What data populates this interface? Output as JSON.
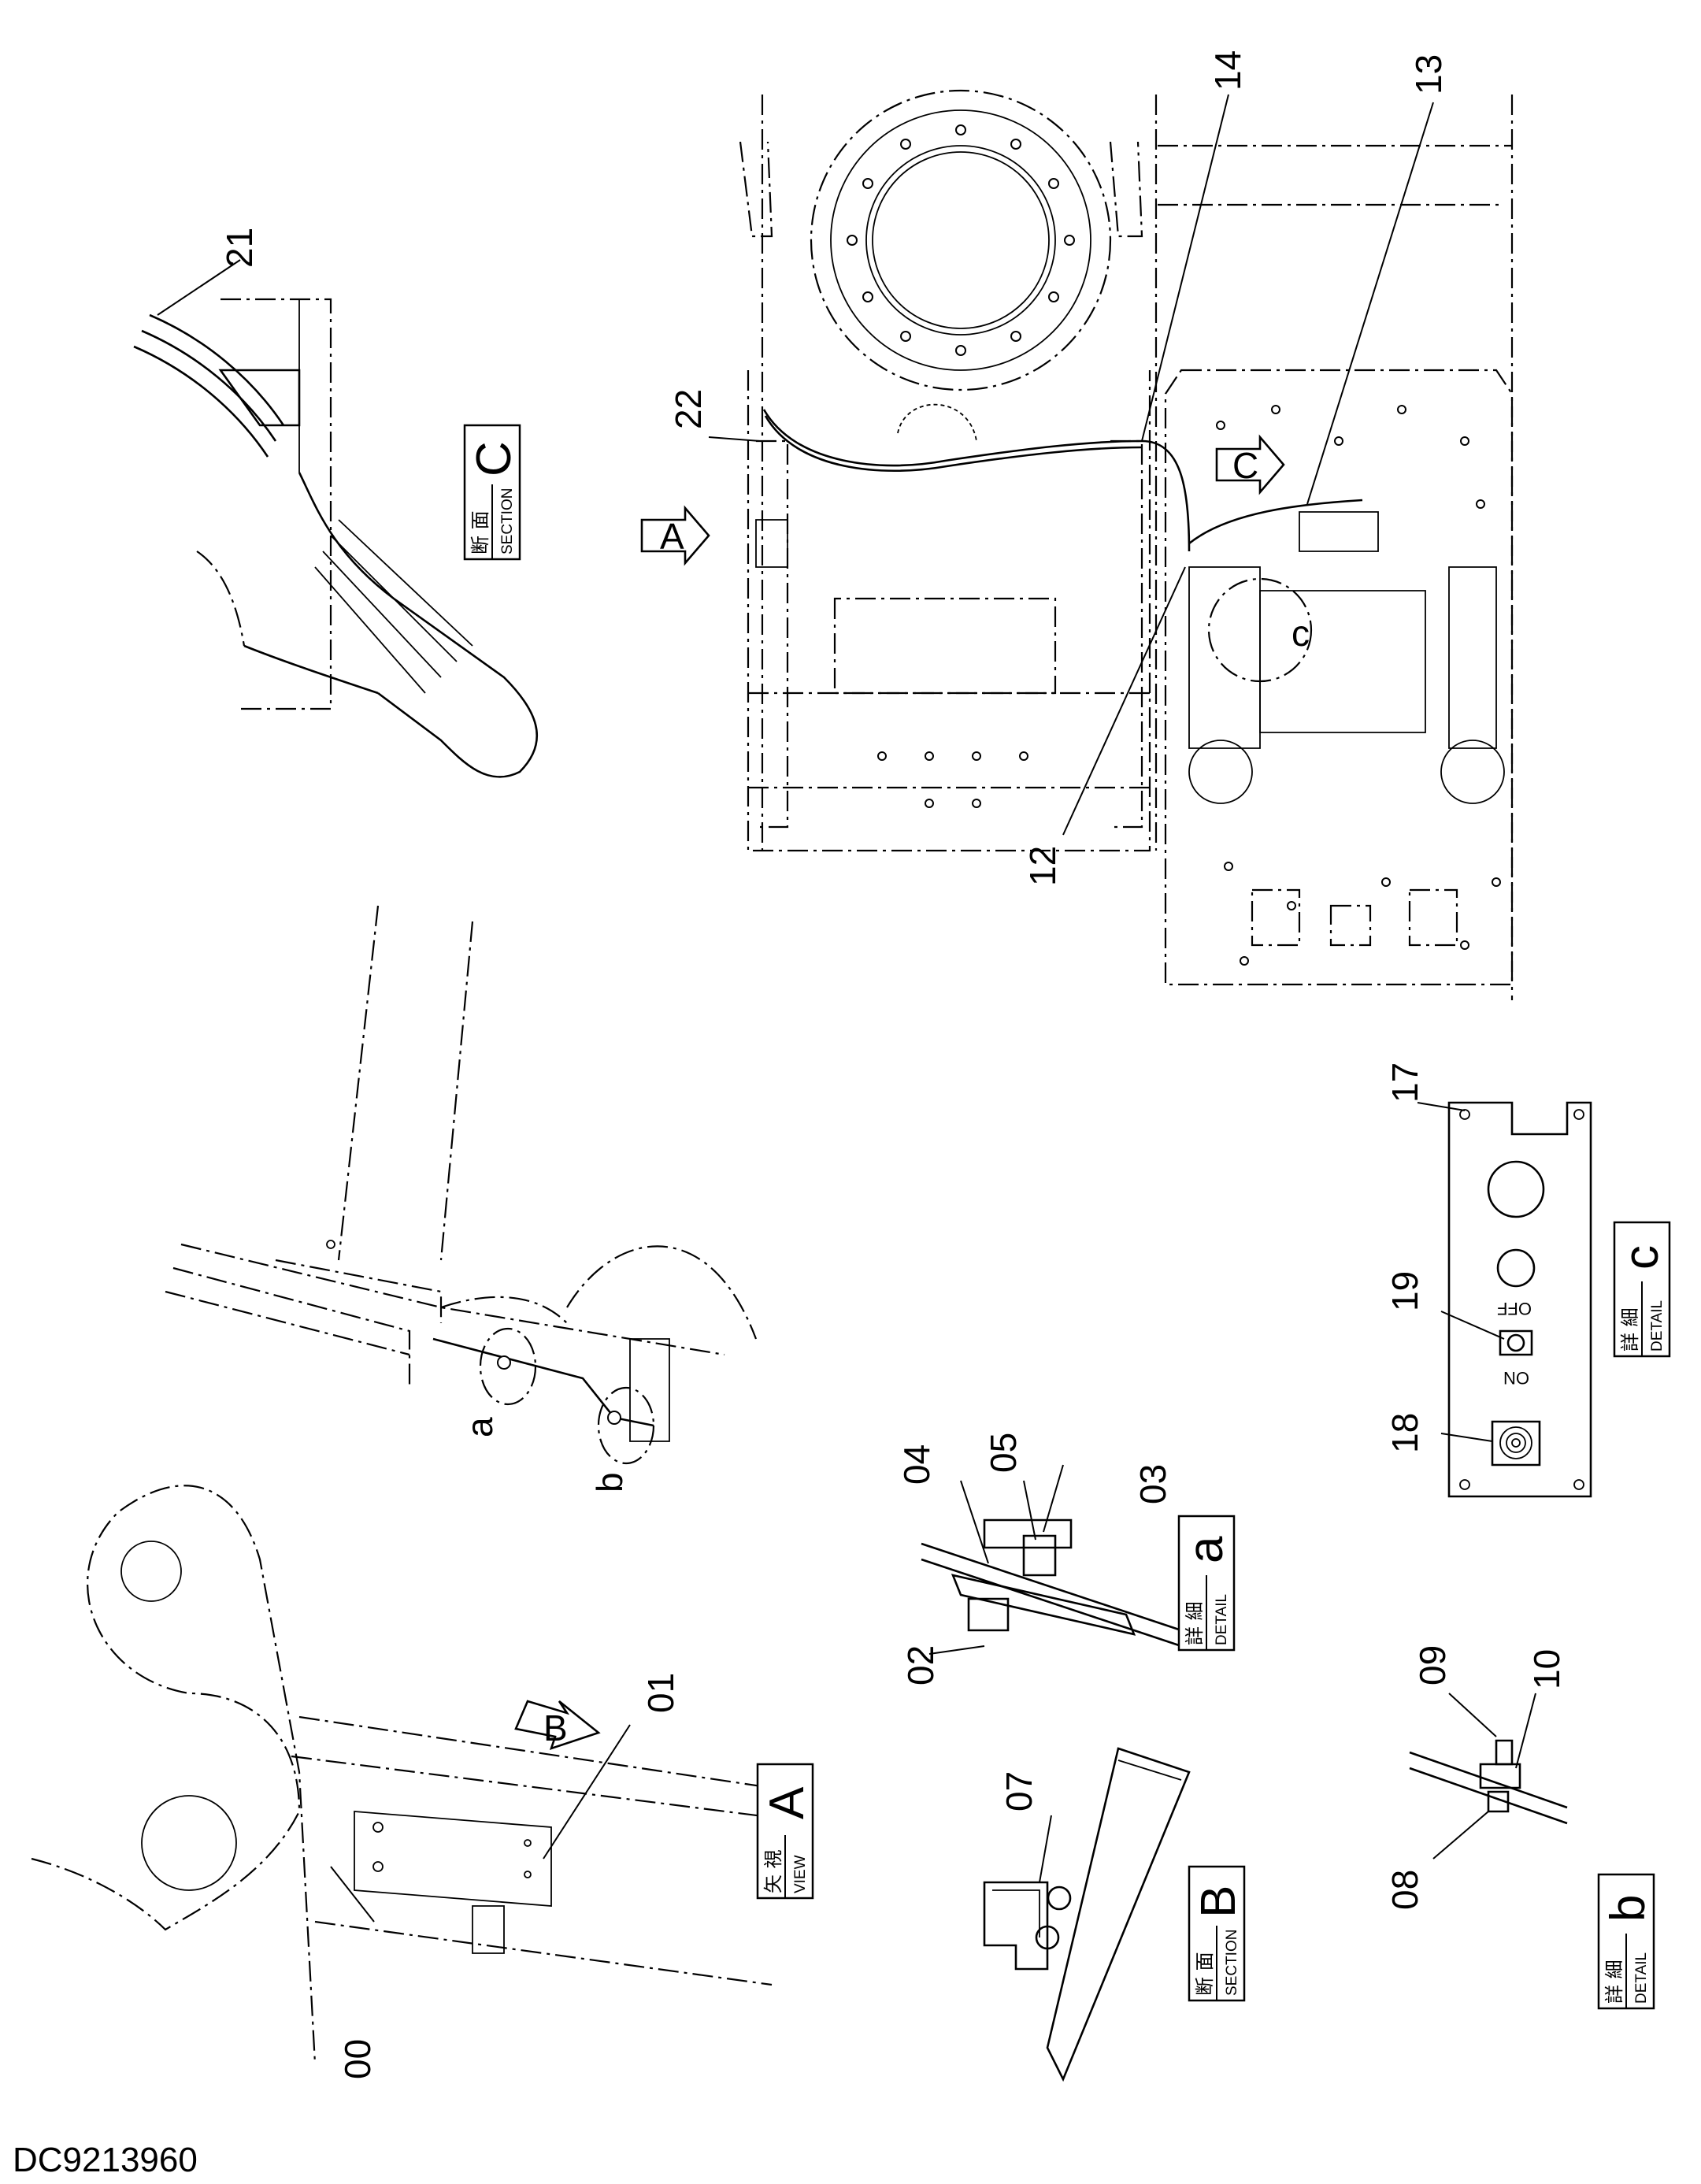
{
  "drawing_code": "DC9213960",
  "part_callouts": [
    "00",
    "01",
    "02",
    "03",
    "04",
    "05",
    "07",
    "08",
    "09",
    "10",
    "12",
    "13",
    "14",
    "17",
    "18",
    "19",
    "21",
    "22"
  ],
  "detail_circles": [
    "a",
    "b",
    "c"
  ],
  "view_arrows": [
    "A",
    "B",
    "C"
  ],
  "labels": {
    "view_a": {
      "jp": "矢 視",
      "en": "VIEW",
      "letter": "A"
    },
    "section_b": {
      "jp": "断 面",
      "en": "SECTION",
      "letter": "B"
    },
    "section_c": {
      "jp": "断 面",
      "en": "SECTION",
      "letter": "C"
    },
    "detail_a": {
      "jp": "詳 細",
      "en": "DETAIL",
      "letter": "a"
    },
    "detail_b": {
      "jp": "詳 細",
      "en": "DETAIL",
      "letter": "b"
    },
    "detail_c": {
      "jp": "詳 細",
      "en": "DETAIL",
      "letter": "c"
    }
  },
  "switch_text": {
    "on": "ON",
    "off": "OFF"
  }
}
